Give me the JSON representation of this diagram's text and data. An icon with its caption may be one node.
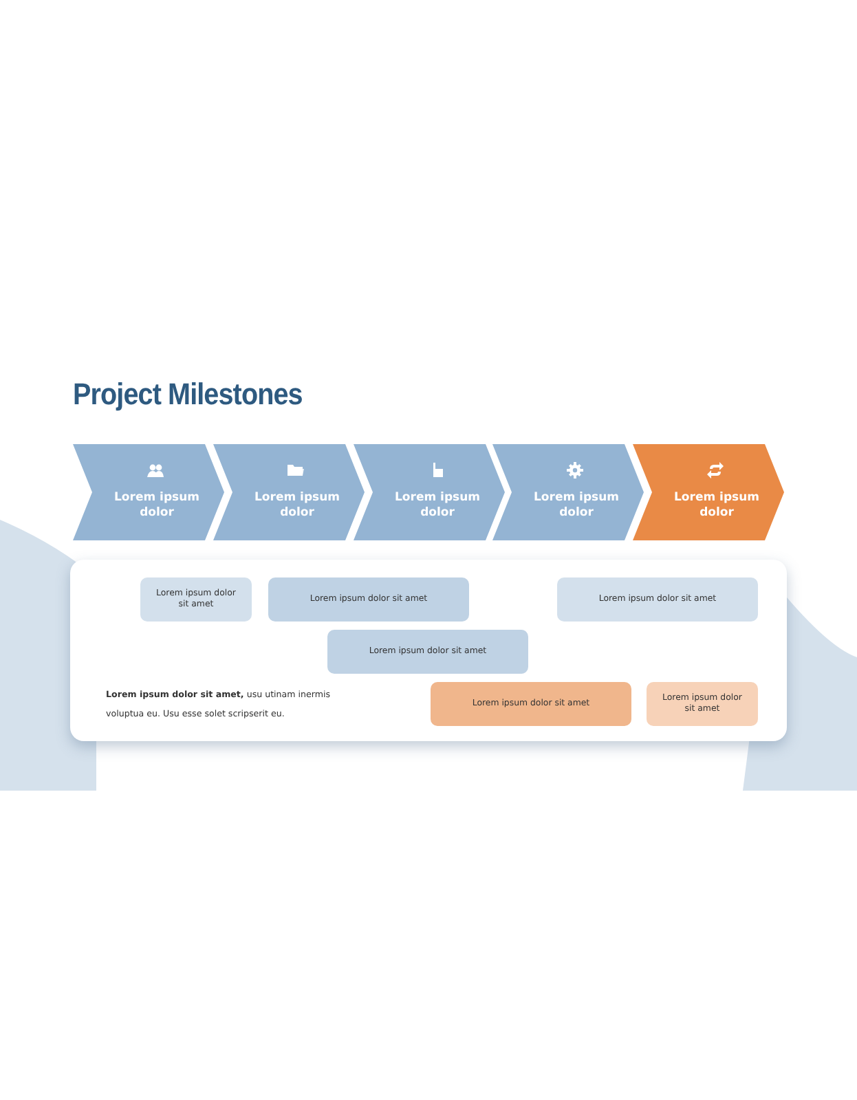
{
  "diagram": {
    "title": "Project Milestones",
    "nodes": [
      {
        "text": [
          "Lorem ipsum dolor"
        ]
      },
      {
        "text": [
          "Lorem ipsum dolor"
        ]
      },
      {
        "text": [
          "Lorem ipsum dolor"
        ]
      },
      {
        "text": [
          "Lorem ipsum dolor"
        ]
      },
      {
        "text": [
          "Lorem ipsum dolor"
        ]
      },
      {
        "text": [
          "**Lorem ipsum dolor sit amet,** usu utinam inermis voluptua eu. Usu esse solet scripserit eu."
        ]
      },
      {
        "text": [
          "Lorem ipsum dolor sit amet"
        ],
        "in": 5
      },
      {
        "text": [
          "Lorem ipsum dolor sit amet"
        ],
        "in": 5
      },
      {
        "text": [
          "Lorem ipsum dolor sit amet"
        ],
        "in": 5
      },
      {
        "text": [
          "Lorem ipsum dolor sit amet"
        ],
        "in": 5
      },
      {
        "text": [
          "Lorem ipsum dolor sit amet"
        ],
        "in": 5
      },
      {
        "text": [
          "Lorem ipsum dolor sit amet"
        ],
        "in": 5
      }
    ]
  }
}
